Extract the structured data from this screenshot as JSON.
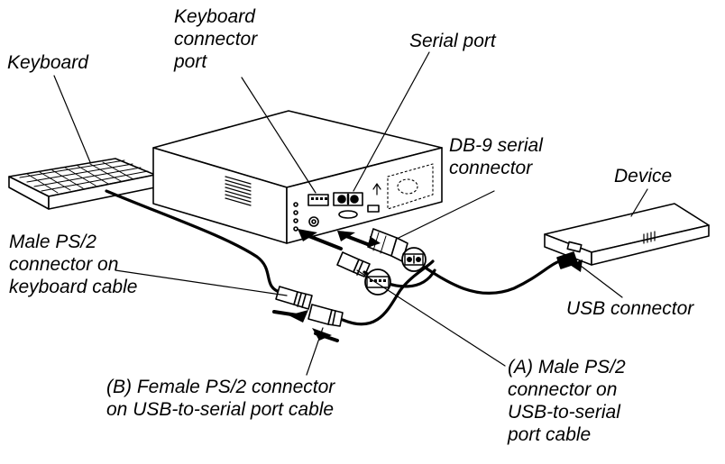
{
  "labels": {
    "keyboard": "Keyboard",
    "keyboard_connector_port": "Keyboard\nconnector\nport",
    "serial_port": "Serial port",
    "db9_serial_connector": "DB-9 serial\nconnector",
    "device": "Device",
    "male_ps2_keyboard": "Male PS/2\nconnector on\nkeyboard cable",
    "usb_connector": "USB connector",
    "female_ps2_usb": "(B) Female PS/2 connector\non USB-to-serial port cable",
    "male_ps2_usb": "(A) Male PS/2\nconnector on\nUSB-to-serial\nport cable"
  },
  "colors": {
    "ink": "#000000",
    "paper": "#ffffff"
  }
}
